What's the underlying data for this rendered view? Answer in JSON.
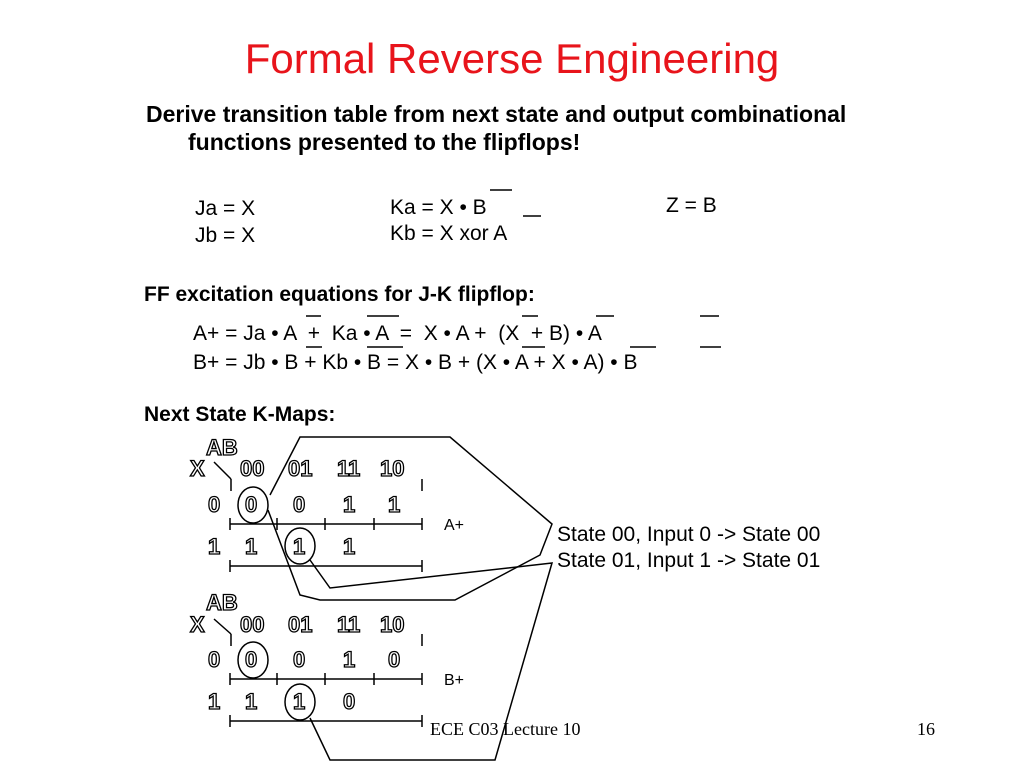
{
  "slide": {
    "title": "Formal Reverse Engineering",
    "intro_line1": "Derive transition table from next state and output combinational",
    "intro_line2": "functions presented to the flipflops!",
    "equations": {
      "ja": "Ja = X",
      "jb": "Jb = X",
      "ka": "Ka = X • B",
      "kb": "Kb = X xor A",
      "z": "Z = B"
    },
    "excitation_heading": "FF excitation equations for J-K flipflop:",
    "a_plus": {
      "p1": "A+ = Ja • ",
      "p2": "A",
      "p3": "  +  ",
      "p4": "Ka",
      "p5": " • A  =  X • ",
      "p6": "A",
      "p7": " +  (",
      "p8": "X",
      "p9": "  + ",
      "p10": "B",
      "p11": ") • ",
      "p12": "A"
    },
    "b_plus": "B+ = Jb • B  +  Kb • B  =  X • B  +  (X • A  +  X • A) • B",
    "kmaps_heading": "Next State K-Maps:",
    "kmap_a": {
      "ab": "AB",
      "x": "X",
      "cols": [
        "00",
        "01",
        "11",
        "10"
      ],
      "rows": [
        {
          "label": "0",
          "cells": [
            "0",
            "0",
            "1",
            "1"
          ]
        },
        {
          "label": "1",
          "cells": [
            "1",
            "1",
            "1",
            ""
          ]
        }
      ],
      "name": "A+"
    },
    "kmap_b": {
      "ab": "AB",
      "x": "X",
      "cols": [
        "00",
        "01",
        "11",
        "10"
      ],
      "rows": [
        {
          "label": "0",
          "cells": [
            "0",
            "0",
            "1",
            "0"
          ]
        },
        {
          "label": "1",
          "cells": [
            "1",
            "1",
            "0",
            ""
          ]
        }
      ],
      "name": "B+"
    },
    "state_line1": "State 00, Input 0 -> State 00",
    "state_line2": "State 01, Input 1 -> State 01",
    "footer": "ECE C03 Lecture 10",
    "page_number": "16"
  },
  "colors": {
    "title": "#e8141b",
    "text": "#000000"
  }
}
